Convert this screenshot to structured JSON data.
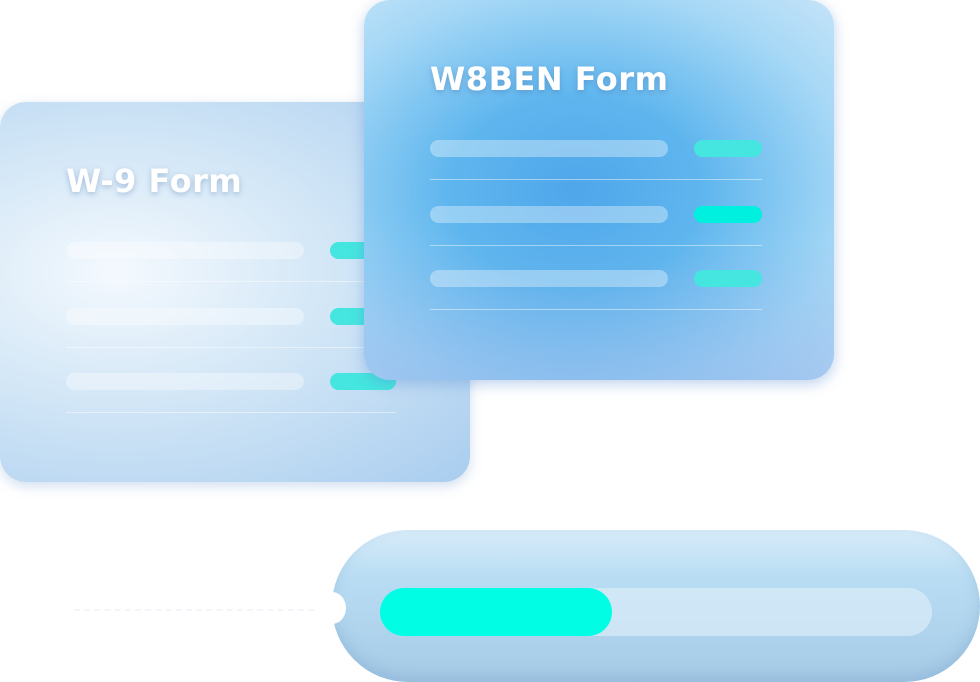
{
  "cards": [
    {
      "title": "W-9 Form",
      "rows": 3
    },
    {
      "title": "W8BEN Form",
      "rows": 3
    }
  ],
  "colors": {
    "accent": "#45e6df",
    "progress_fill": "#00fde4",
    "card_blue": "#4fa6ea"
  },
  "progress": {
    "percent": 42
  }
}
